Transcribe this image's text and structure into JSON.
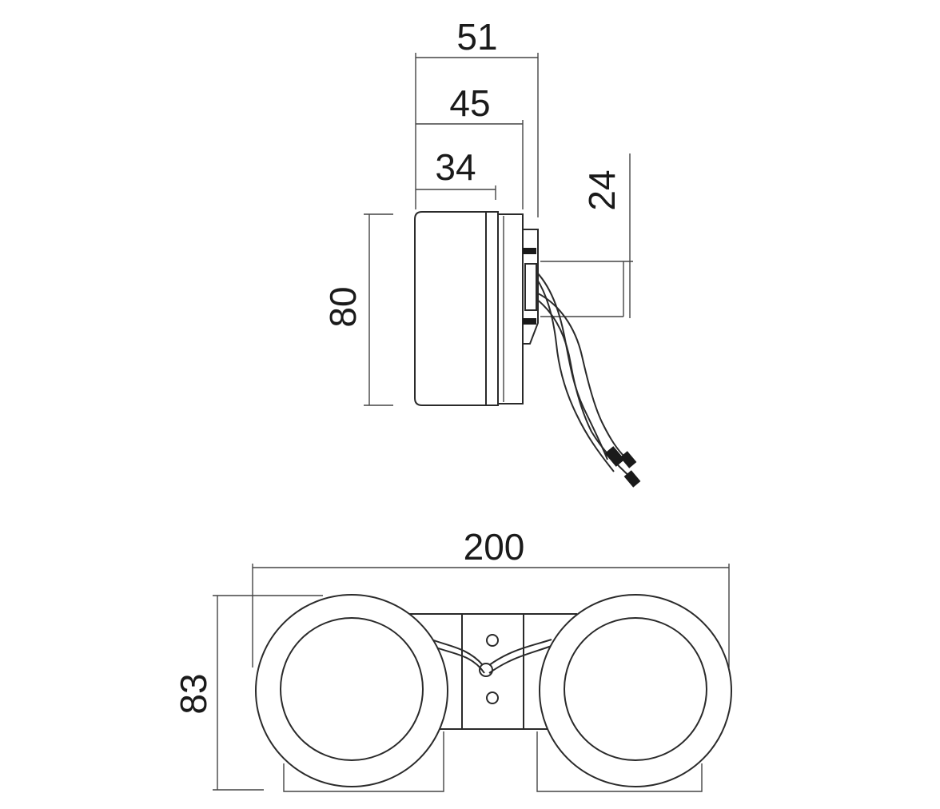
{
  "side_view": {
    "dim_overall": "51",
    "dim_middle": "45",
    "dim_body": "34",
    "dim_height": "80",
    "dim_offset": "24"
  },
  "front_view": {
    "dim_width": "200",
    "dim_height": "83"
  }
}
